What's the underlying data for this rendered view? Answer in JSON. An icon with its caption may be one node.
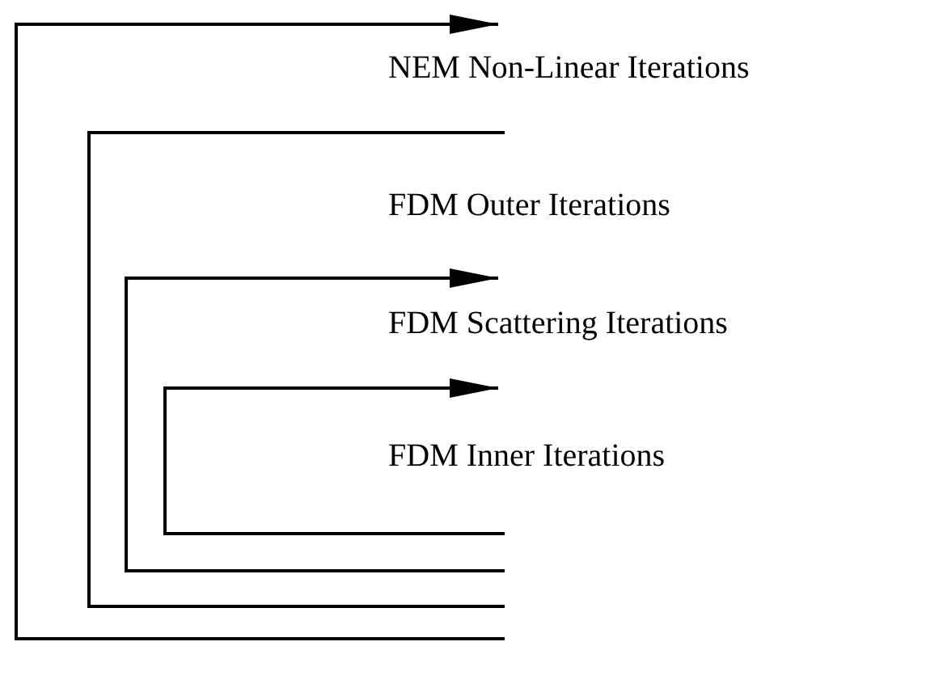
{
  "diagram": {
    "labels": [
      "NEM Non-Linear Iterations",
      "FDM Outer Iterations",
      "FDM Scattering Iterations",
      "FDM Inner Iterations"
    ]
  }
}
